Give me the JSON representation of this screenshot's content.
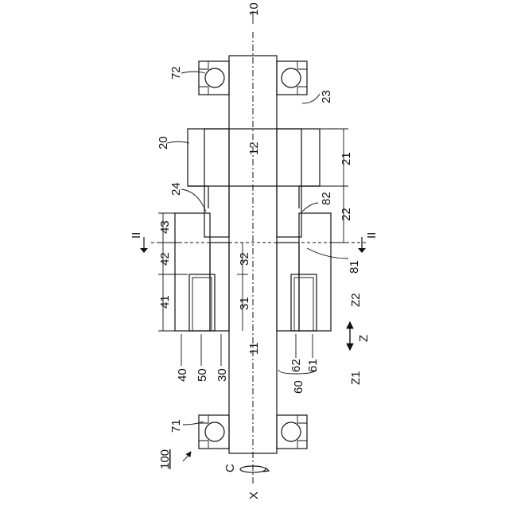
{
  "labels": {
    "l10": "10",
    "l72": "72",
    "l23": "23",
    "l20": "20",
    "l12": "12",
    "l21": "21",
    "l24": "24",
    "l82": "82",
    "l22": "22",
    "l43": "43",
    "lII_left": "II",
    "lII_right": "II",
    "l42": "42",
    "l32": "32",
    "l81": "81",
    "l41": "41",
    "l31": "31",
    "lZ2": "Z2",
    "lZ": "Z",
    "l11": "11",
    "l40": "40",
    "l50": "50",
    "l30": "30",
    "l62": "62",
    "l61": "61",
    "l60": "60",
    "lZ1": "Z1",
    "l71": "71",
    "l100": "100",
    "lC": "C",
    "lX": "X"
  },
  "colors": {
    "line": "#111111",
    "dot_fill": "#dcdcdc",
    "hatch": "#111111"
  }
}
